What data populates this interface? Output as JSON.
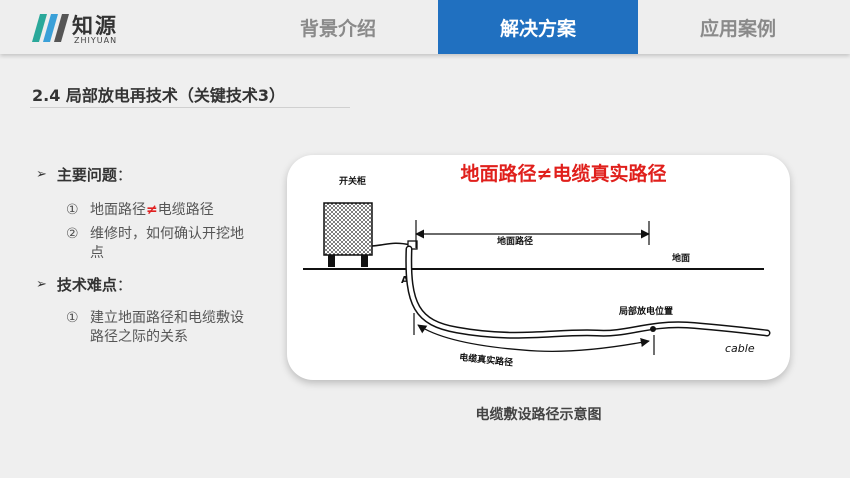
{
  "brand": {
    "name_cn": "知源",
    "name_en": "ZHIYUAN",
    "color": "#2aa89a"
  },
  "nav": {
    "tabs": [
      {
        "label": "背景介绍",
        "active": false
      },
      {
        "label": "解决方案",
        "active": true
      },
      {
        "label": "应用案例",
        "active": false
      }
    ],
    "active_color": "#2070c0"
  },
  "section": {
    "title": "2.4 局部放电再技术（关键技术3）"
  },
  "bullets": {
    "problem_heading": "主要问题",
    "problem_colon": "：",
    "problems": [
      {
        "num": "①",
        "text_a": "地面路径",
        "neq": "≠",
        "text_b": "电缆路径"
      },
      {
        "num": "②",
        "text": "维修时，如何确认开挖地点"
      }
    ],
    "difficulty_heading": "技术难点",
    "difficulty_colon": "：",
    "difficulties": [
      {
        "num": "①",
        "text": "建立地面路径和电缆敷设路径之际的关系"
      }
    ]
  },
  "figure": {
    "title": "地面路径≠电缆真实路径",
    "labels": {
      "switchgear": "开关柜",
      "point_a": "A",
      "ground_path": "地面路径",
      "ground": "地面",
      "pd_location": "局部放电位置",
      "cable_path": "电缆真实路径",
      "cable": "cable"
    },
    "title_color": "#e0201c"
  },
  "caption": "电缆敷设路径示意图"
}
